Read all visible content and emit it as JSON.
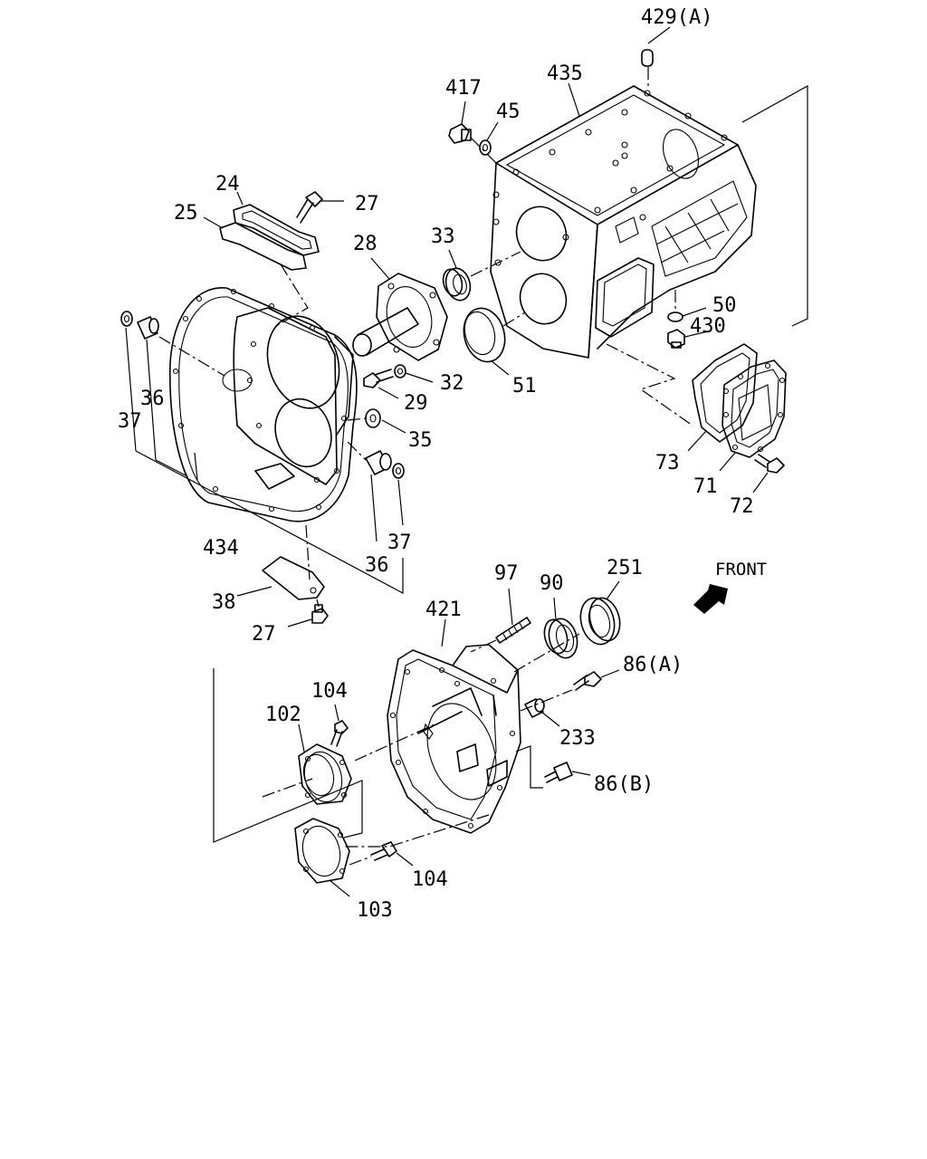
{
  "labels": {
    "p429a": "429(A)",
    "p435": "435",
    "p417": "417",
    "p45": "45",
    "p24": "24",
    "p27a": "27",
    "p25": "25",
    "p28": "28",
    "p33": "33",
    "p50": "50",
    "p430": "430",
    "p36a": "36",
    "p37a": "37",
    "p29": "29",
    "p32": "32",
    "p51": "51",
    "p35": "35",
    "p73": "73",
    "p71": "71",
    "p72": "72",
    "p434": "434",
    "p37b": "37",
    "p36b": "36",
    "p38": "38",
    "p27b": "27",
    "p97": "97",
    "p90": "90",
    "p251": "251",
    "front": "FRONT",
    "p421": "421",
    "p86a": "86(A)",
    "p104a": "104",
    "p102": "102",
    "p233": "233",
    "p86b": "86(B)",
    "p104b": "104",
    "p103": "103"
  }
}
